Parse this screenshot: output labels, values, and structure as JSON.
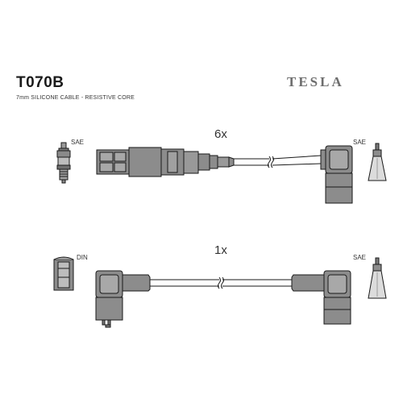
{
  "header": {
    "part_number": "T070B",
    "spec": "7mm SILICONE CABLE - RESISTIVE CORE",
    "brand": "TESLA"
  },
  "cable_top": {
    "quantity": "6x",
    "left_label": "SAE",
    "right_label": "SAE"
  },
  "cable_bottom": {
    "quantity": "1x",
    "left_label": "DIN",
    "right_label": "SAE"
  },
  "colors": {
    "ink": "#1a1a1a",
    "rubber": "#8c8c8c",
    "rubber_light": "#a8a8a8",
    "brand_gray": "#6e6e6e"
  }
}
